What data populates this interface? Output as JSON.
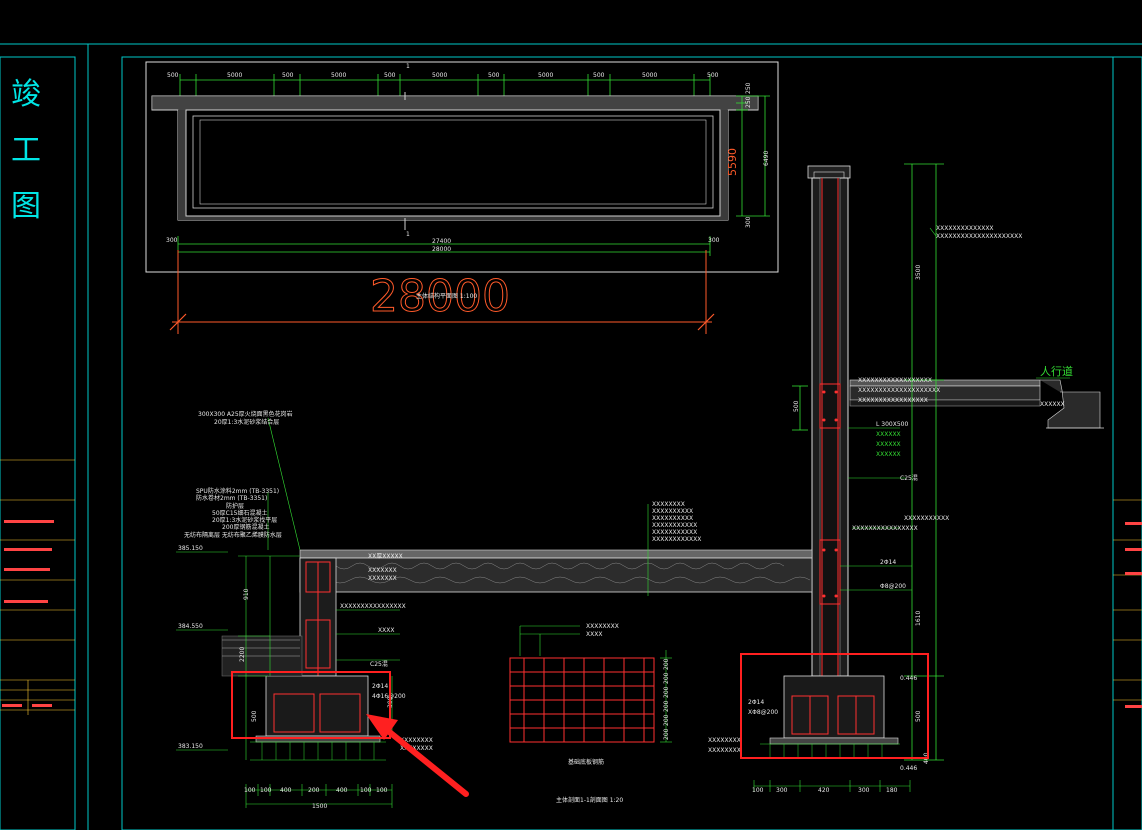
{
  "title_block": {
    "stamp_chars": [
      "竣",
      "工",
      "图"
    ]
  },
  "plan": {
    "top_dims": [
      "500",
      "5000",
      "500",
      "5000",
      "500",
      "5000",
      "500",
      "5000",
      "500",
      "5000",
      "500"
    ],
    "right_dims": [
      "250",
      "250",
      "5590",
      "6490",
      "300"
    ],
    "section_mark": "1",
    "bottom_dim_inner": "27400",
    "bottom_dim_outer": "28000",
    "left_small": "300",
    "right_small": "300",
    "big_dim": "28000",
    "plan_caption": "主体结构平面图 1:100"
  },
  "section_left": {
    "elevations": [
      "385.150",
      "384.550",
      "383.150"
    ],
    "callouts_top": [
      "300X300 A25厚火烧面黑色花岗岩",
      "20厚1:3水泥砂浆结合层"
    ],
    "callouts_mid": [
      "SPU防水涂料2mm (TB-3351)",
      "防水卷材2mm (TB-3351)",
      "防护层",
      "50厚C15细石混凝土",
      "20厚1:3水泥砂浆找平层",
      "200厚钢筋混凝土",
      "无纺布隔离层 无纺布聚乙烯膜防水层"
    ],
    "callouts_slab": [
      "XX厚XXXXX",
      "XXXXXXX",
      "XXXXXXX"
    ],
    "bottom_dims": [
      "100",
      "100",
      "400",
      "200",
      "400",
      "100",
      "100"
    ],
    "bottom_total": "1500",
    "labels": [
      "C25混",
      "4Φ16@200",
      "2Φ14"
    ]
  },
  "grid_detail": {
    "caption": "基础底板钢筋",
    "dims": [
      "200",
      "200",
      "200",
      "200",
      "200",
      "200"
    ]
  },
  "section_right": {
    "labels": [
      "L 300X500",
      "C25混",
      "2Φ14",
      "Φ8@200"
    ],
    "dims_right": [
      "3500",
      "500",
      "1610",
      "500",
      "400"
    ],
    "bottom_dims": [
      "100",
      "300",
      "420",
      "300",
      "180"
    ],
    "label_walkway": "人行道",
    "elev_right": "0.446"
  },
  "main_caption": "主体剖面1-1剖面图  1:20",
  "colors": {
    "bg": "#000000",
    "frame": "#00dddd",
    "dim": "#33dd33",
    "hatch": "#cfcfcf",
    "highlight": "#ff2020",
    "rebar": "#ff3030",
    "stamp": "#00e6e6"
  }
}
